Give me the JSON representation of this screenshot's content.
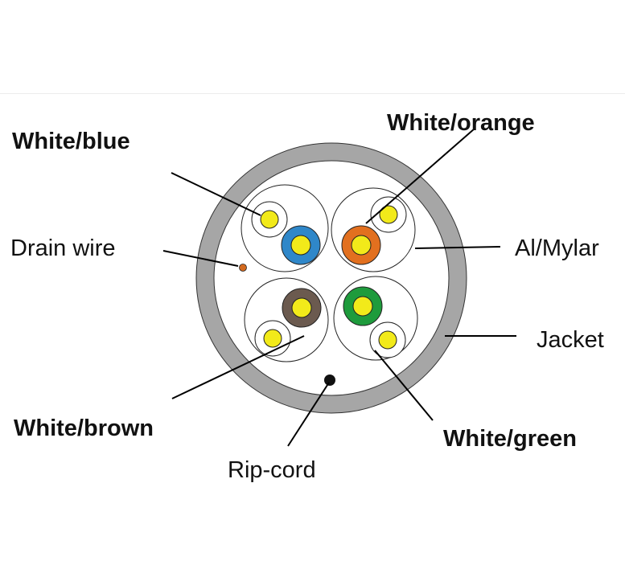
{
  "labels": {
    "white_blue": "White/blue",
    "white_orange": "White/orange",
    "drain_wire": "Drain wire",
    "al_mylar": "Al/Mylar",
    "jacket": "Jacket",
    "white_brown": "White/brown",
    "white_green": "White/green",
    "rip_cord": "Rip-cord"
  },
  "colors": {
    "jacket": "#a6a6a6",
    "blue": "#2f87c9",
    "orange": "#e2701f",
    "brown": "#6b5a4f",
    "green": "#1e9b3c",
    "conductor": "#f2ea1a",
    "drain": "#d2691e",
    "ripcord": "#111111"
  }
}
